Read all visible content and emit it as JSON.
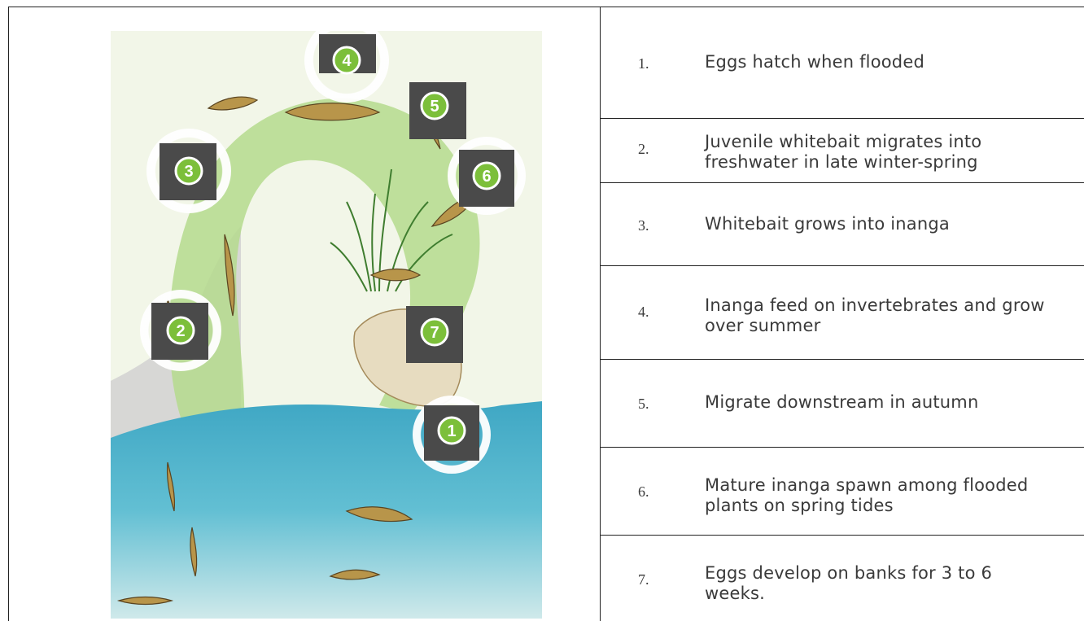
{
  "diagram": {
    "markers": [
      "1",
      "2",
      "3",
      "4",
      "5",
      "6",
      "7"
    ]
  },
  "steps": [
    {
      "number": "1.",
      "text": "Eggs hatch when flooded"
    },
    {
      "number": "2.",
      "text": "Juvenile whitebait migrates into freshwater in late winter-spring"
    },
    {
      "number": "3.",
      "text": "Whitebait grows into inanga"
    },
    {
      "number": "4.",
      "text": "Inanga feed on invertebrates and grow over summer"
    },
    {
      "number": "5.",
      "text": "Migrate downstream in autumn"
    },
    {
      "number": "6.",
      "text": "Mature inanga spawn among flooded plants on spring tides"
    },
    {
      "number": "7.",
      "text": "Eggs develop on banks for 3 to 6 weeks."
    }
  ],
  "colors": {
    "water": "#4fb3c8",
    "grass": "#a9d678",
    "marker_fill": "#4a4a4a",
    "marker_badge": "#7cbf3a",
    "paper": "#f3f7ea"
  }
}
